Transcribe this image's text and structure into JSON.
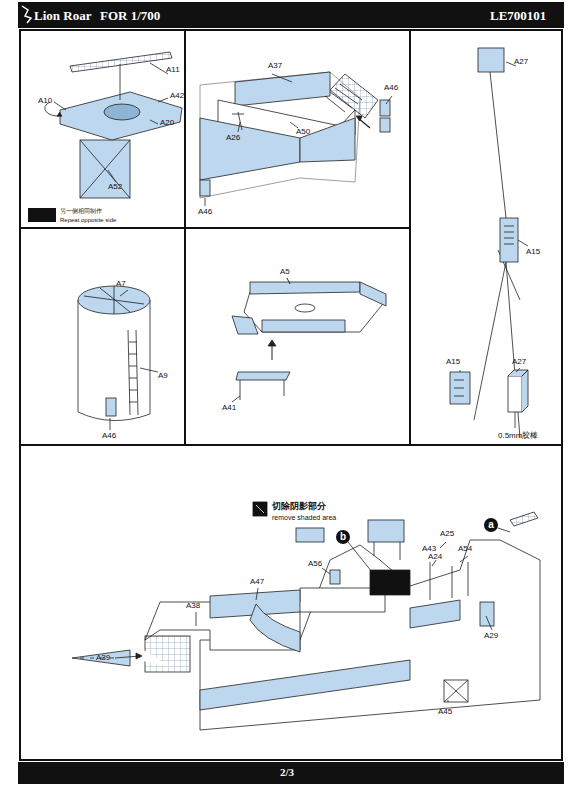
{
  "diagram": {
    "labels": [
      "Lion Roar",
      "FOR 1/700",
      "LE700101",
      "A11",
      "A10",
      "A42",
      "A20",
      "A52",
      "另一侧相同制作",
      "Repeat opposite side",
      "A37",
      "A46",
      "A26",
      "A50",
      "A46",
      "A27",
      "A15",
      "A7",
      "A9",
      "A46",
      "A5",
      "A41",
      "A15",
      "A27",
      "0.5mm胶棒",
      "切除阴影部分",
      "remove shaded area",
      "A25",
      "A43",
      "A24",
      "A54",
      "a",
      "b",
      "A56",
      "A47",
      "A38",
      "A39",
      "A29",
      "A45",
      "2/3"
    ]
  }
}
